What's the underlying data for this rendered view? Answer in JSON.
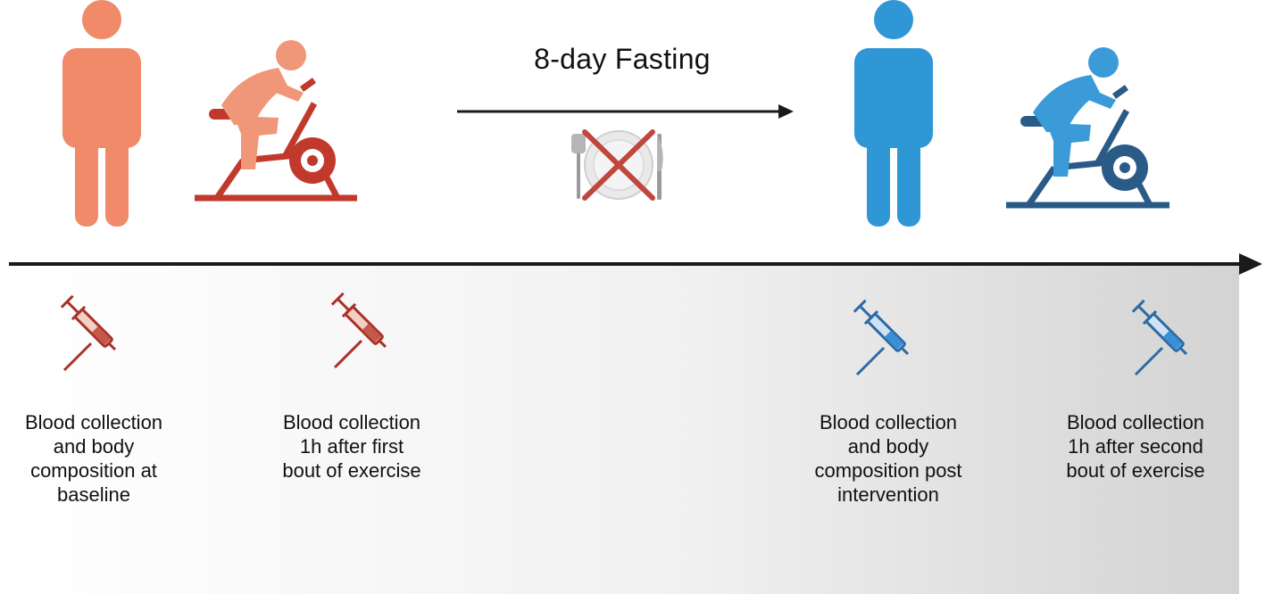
{
  "intervention": {
    "label": "8-day Fasting",
    "icon": "no-food-plate-icon"
  },
  "colors": {
    "baseline_person": "#f08a68",
    "baseline_bike": "#c0392b",
    "post_person": "#2f97d6",
    "post_bike": "#2a5b86",
    "timeline": "#1a1a1a"
  },
  "events": [
    {
      "icon": "syringe-icon",
      "caption": "Blood collection\nand body\ncomposition  at\nbaseline"
    },
    {
      "icon": "syringe-icon",
      "caption": "Blood collection\n1h after first\nbout of exercise"
    },
    {
      "icon": "syringe-icon",
      "caption": "Blood collection\nand body\ncomposition  post\nintervention"
    },
    {
      "icon": "syringe-icon",
      "caption": "Blood collection\n1h after second\nbout of exercise"
    }
  ]
}
